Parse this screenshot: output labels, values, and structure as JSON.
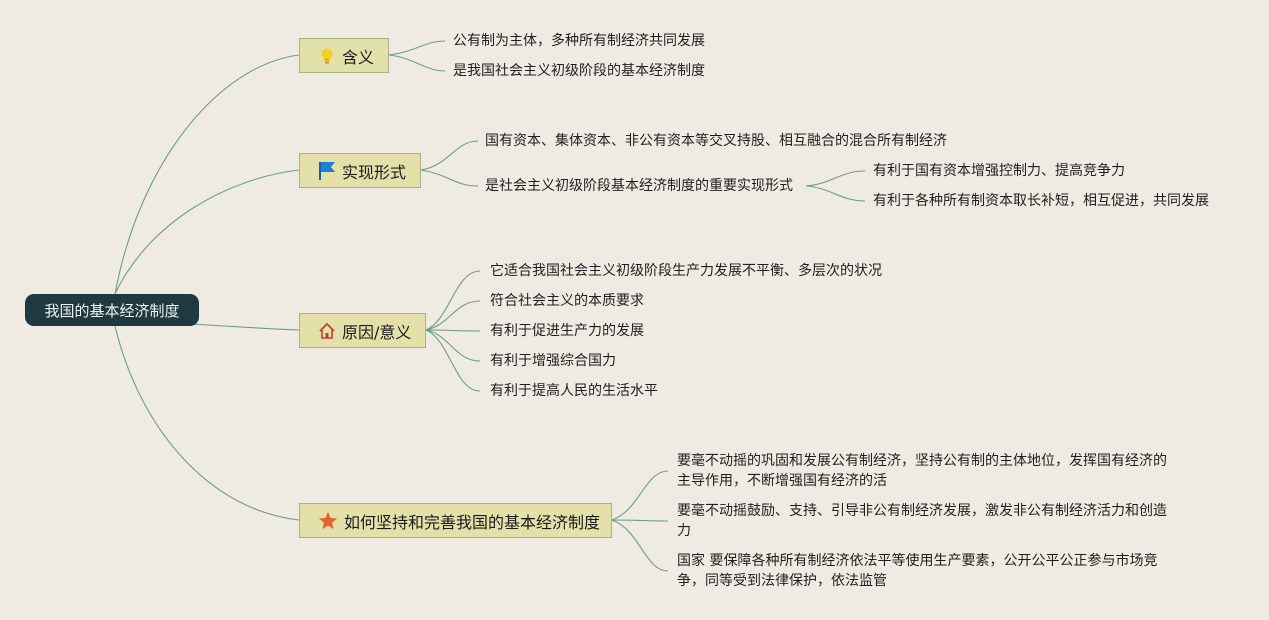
{
  "root": {
    "label": "我国的基本经济制度"
  },
  "branches": [
    {
      "label": "含义",
      "icon": "lightbulb-icon",
      "children": [
        "公有制为主体，多种所有制经济共同发展",
        "是我国社会主义初级阶段的基本经济制度"
      ]
    },
    {
      "label": "实现形式",
      "icon": "flag-icon",
      "children": [
        "国有资本、集体资本、非公有资本等交叉持股、相互融合的混合所有制经济",
        "是社会主义初级阶段基本经济制度的重要实现形式"
      ],
      "sub_children": [
        "有利于国有资本增强控制力、提高竞争力",
        "有利于各种所有制资本取长补短，相互促进，共同发展"
      ]
    },
    {
      "label": "原因/意义",
      "icon": "home-icon",
      "children": [
        "它适合我国社会主义初级阶段生产力发展不平衡、多层次的状况",
        "符合社会主义的本质要求",
        "有利于促进生产力的发展",
        "有利于增强综合国力",
        "有利于提高人民的生活水平"
      ]
    },
    {
      "label": "如何坚持和完善我国的基本经济制度",
      "icon": "star-icon",
      "children": [
        "要毫不动摇的巩固和发展公有制经济，坚持公有制的主体地位，发挥国有经济的主导作用，不断增强国有经济的活",
        "要毫不动摇鼓励、支持、引导非公有制经济发展，激发非公有制经济活力和创造力",
        "国家 要保障各种所有制经济依法平等使用生产要素，公开公平公正参与市场竞争，同等受到法律保护，依法监管"
      ]
    }
  ],
  "colors": {
    "link": "#6a9e8a",
    "root_bg": "#1e3a40",
    "branch_bg": "#e3e1a9",
    "branch_border": "#a8b08c",
    "background": "#efebe3"
  }
}
